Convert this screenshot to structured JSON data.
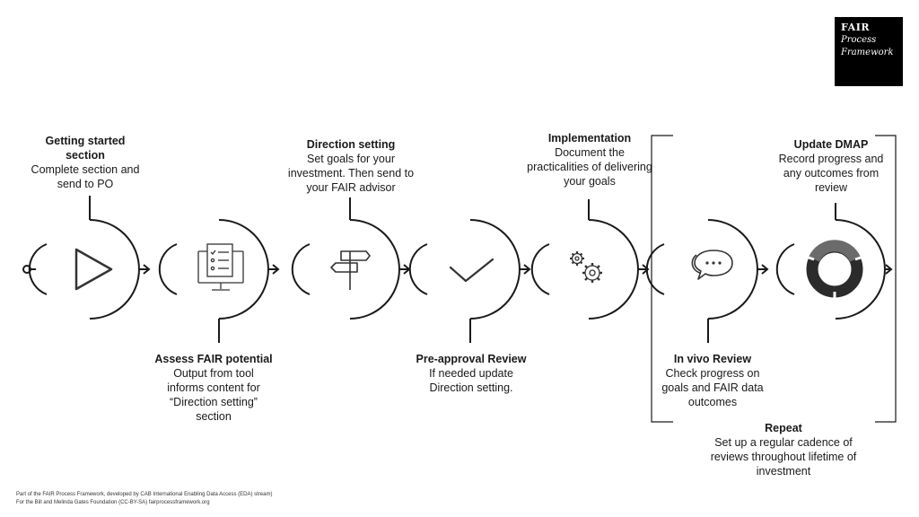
{
  "badge": {
    "line1": "FAIR",
    "line2": "Process",
    "line3": "Framework"
  },
  "steps": {
    "getting_started": {
      "title": "Getting started section",
      "desc": "Complete section and send to PO"
    },
    "assess": {
      "title": "Assess FAIR potential",
      "desc": "Output from tool informs content for “Direction setting” section"
    },
    "direction": {
      "title": "Direction setting",
      "desc": "Set goals for your investment. Then send to your FAIR advisor"
    },
    "preapproval": {
      "title": "Pre-approval Review",
      "desc": "If needed update Direction setting."
    },
    "implementation": {
      "title": "Implementation",
      "desc": "Document the practicalities of delivering your goals"
    },
    "invivo": {
      "title": "In vivo Review",
      "desc": "Check progress on goals and FAIR data outcomes"
    },
    "update": {
      "title": "Update DMAP",
      "desc": "Record progress and any outcomes from review"
    },
    "repeat": {
      "title": "Repeat",
      "desc": "Set up a regular cadence of reviews throughout lifetime of investment"
    }
  },
  "icons": [
    "play-icon",
    "checklist-monitor-icon",
    "signpost-icon",
    "checkmark-icon",
    "gears-icon",
    "chat-bubbles-icon",
    "donut-chart-icon"
  ],
  "footer": {
    "line1": "Part of the FAIR Process Framework, developed by CAB International Enabling Data Access (EDA) stream)",
    "line2": "For the Bill and Melinda Gates Foundation (CC-BY-SA) fairprocessframework.org"
  }
}
